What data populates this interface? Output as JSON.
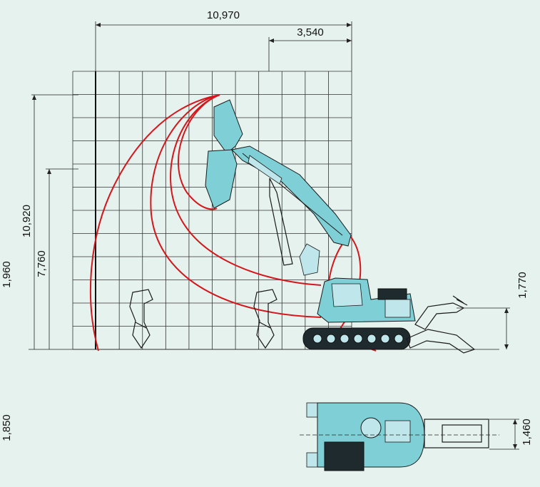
{
  "colors": {
    "background": "#e6f2ee",
    "reach_curve": "#d4171c",
    "machine_body": "#7fd0d6",
    "grid": "#333333"
  },
  "dimensions": {
    "max_reach": "10,970",
    "offset_width": "3,540",
    "max_height": "10,920",
    "secondary_height": "7,760",
    "left_cut_label": "1,960",
    "bottom_left_cut_label": "1,850",
    "front_height": "1,770",
    "track_width": "1,460"
  }
}
